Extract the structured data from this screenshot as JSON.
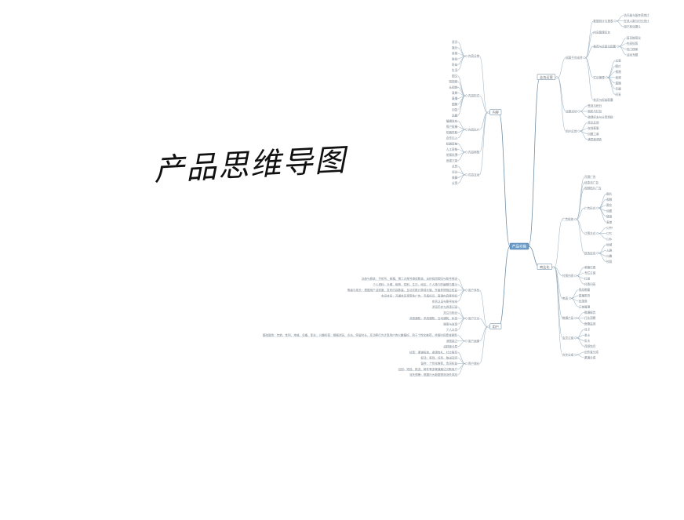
{
  "title_handwritten": "产品思维导图",
  "mindmap": {
    "root": "产品功能",
    "branches": [
      {
        "label": "业务运营",
        "children": [
          {
            "label": "运营平台支持",
            "children": [
              {
                "label": "数据统计与报表",
                "children": [
                  {
                    "label": "访问量与留存率统计",
                    "children": []
                  },
                  {
                    "label": "在线人数与时长统计",
                    "children": []
                  },
                  {
                    "label": "用户转化漏斗",
                    "children": []
                  }
                ]
              },
              {
                "label": "内容管理后台",
                "children": []
              },
              {
                "label": "推荐与运营位配置",
                "children": [
                  {
                    "label": "首页推荐位",
                    "children": []
                  },
                  {
                    "label": "内容标签",
                    "children": []
                  },
                  {
                    "label": "热门榜单",
                    "children": []
                  },
                  {
                    "label": "活动专题",
                    "children": []
                  }
                ]
              },
              {
                "label": "栏目管理",
                "children": [
                  {
                    "label": "文章",
                    "children": []
                  },
                  {
                    "label": "图片",
                    "children": []
                  },
                  {
                    "label": "视频",
                    "children": []
                  },
                  {
                    "label": "音频",
                    "children": []
                  },
                  {
                    "label": "直播",
                    "children": []
                  },
                  {
                    "label": "专题",
                    "children": []
                  },
                  {
                    "label": "问答",
                    "children": []
                  }
                ]
              },
              {
                "label": "会员与权益配置",
                "children": []
              }
            ]
          },
          {
            "label": "运营活动",
            "children": [
              {
                "label": "签到与积分",
                "children": []
              },
              {
                "label": "抽奖与红包",
                "children": []
              },
              {
                "label": "邀请好友与分享奖励",
                "children": []
              }
            ]
          },
          {
            "label": "用户反馈",
            "children": [
              {
                "label": "意见反馈",
                "children": []
              },
              {
                "label": "在线客服",
                "children": []
              },
              {
                "label": "问题工单",
                "children": []
              },
              {
                "label": "满意度调查",
                "children": []
              }
            ]
          }
        ]
      },
      {
        "label": "内容",
        "children": [
          {
            "label": "内容分类",
            "children": [
              {
                "label": "资讯",
                "children": []
              },
              {
                "label": "娱乐",
                "children": []
              },
              {
                "label": "体育",
                "children": []
              },
              {
                "label": "财经",
                "children": []
              },
              {
                "label": "科技",
                "children": []
              },
              {
                "label": "生活",
                "children": []
              }
            ]
          },
          {
            "label": "内容形式",
            "children": [
              {
                "label": "图文",
                "children": []
              },
              {
                "label": "短视频",
                "children": []
              },
              {
                "label": "长视频",
                "children": []
              },
              {
                "label": "音频",
                "children": []
              },
              {
                "label": "直播",
                "children": []
              },
              {
                "label": "图集",
                "children": []
              },
              {
                "label": "问答",
                "children": []
              },
              {
                "label": "话题",
                "children": []
              }
            ]
          },
          {
            "label": "内容生产",
            "children": [
              {
                "label": "编辑发布",
                "children": []
              },
              {
                "label": "用户投稿",
                "children": []
              },
              {
                "label": "机器抓取",
                "children": []
              },
              {
                "label": "合作引入",
                "children": []
              }
            ]
          },
          {
            "label": "内容审核",
            "children": [
              {
                "label": "机器审核",
                "children": []
              },
              {
                "label": "人工审核",
                "children": []
              },
              {
                "label": "举报处理",
                "children": []
              },
              {
                "label": "违规下架",
                "children": []
              }
            ]
          },
          {
            "label": "内容互动",
            "children": [
              {
                "label": "点赞",
                "children": []
              },
              {
                "label": "评论",
                "children": []
              },
              {
                "label": "收藏",
                "children": []
              },
              {
                "label": "分享",
                "children": []
              }
            ]
          }
        ]
      },
      {
        "label": "用户",
        "children": [
          {
            "label": "用户体系",
            "children": [
              {
                "label": "注册与登录：手机号、邮箱、第三方账号授权登录，支持找回密码与账号绑定",
                "children": []
              },
              {
                "label": "个人资料：头像、昵称、性别、生日、地区、个人简介的编辑与展示",
                "children": []
              },
              {
                "label": "等级与成长：根据用户活跃度、发布内容数量、互动次数计算成长值，升级获得相应权益",
                "children": []
              },
              {
                "label": "会员体系：开通会员享受免广告、专属标识、高清内容等特权",
                "children": []
              },
              {
                "label": "实名认证与账号安全",
                "children": []
              }
            ]
          },
          {
            "label": "用户行为",
            "children": [
              {
                "label": "浏览历史与阅读记录",
                "children": []
              },
              {
                "label": "关注与粉丝",
                "children": []
              },
              {
                "label": "消息通知：系统通知、互动通知、私信",
                "children": []
              },
              {
                "label": "搜索与发现",
                "children": []
              },
              {
                "label": "个人主页",
                "children": []
              }
            ]
          },
          {
            "label": "用户画像",
            "children": [
              {
                "label": "基础属性：年龄、性别、地域、设备、职业；兴趣标签：根据浏览、点击、停留时长、互动等行为计算用户的兴趣偏好，用于个性化推荐，并随时间衰减更新",
                "children": []
              },
              {
                "label": "消费能力",
                "children": []
              },
              {
                "label": "活跃度分层",
                "children": []
              }
            ]
          },
          {
            "label": "用户增长",
            "children": [
              {
                "label": "拉新：渠道投放、邀请有礼、社交裂变",
                "children": []
              },
              {
                "label": "促活：签到、任务、推送召回",
                "children": []
              },
              {
                "label": "留存：个性化推荐、会员权益",
                "children": []
              },
              {
                "label": "召回：短信、推送、邮件等多渠道触达沉默用户",
                "children": []
              },
              {
                "label": "流失预警：根据行为数据预测流失风险",
                "children": []
              }
            ]
          }
        ]
      },
      {
        "label": "商业化",
        "children": [
          {
            "label": "广告投放",
            "children": [
              {
                "label": "开屏广告",
                "children": []
              },
              {
                "label": "信息流广告",
                "children": []
              },
              {
                "label": "视频贴片广告",
                "children": []
              },
              {
                "label": "广告形式",
                "children": [
                  {
                    "label": "图片",
                    "children": []
                  },
                  {
                    "label": "视频",
                    "children": []
                  },
                  {
                    "label": "图文",
                    "children": []
                  },
                  {
                    "label": "动图",
                    "children": []
                  },
                  {
                    "label": "链接",
                    "children": []
                  },
                  {
                    "label": "表单",
                    "children": []
                  }
                ]
              },
              {
                "label": "计费方式",
                "children": [
                  {
                    "label": "CPM",
                    "children": []
                  },
                  {
                    "label": "CPC",
                    "children": []
                  },
                  {
                    "label": "CPA",
                    "children": []
                  }
                ]
              },
              {
                "label": "投放定向",
                "children": [
                  {
                    "label": "地域",
                    "children": []
                  },
                  {
                    "label": "人群",
                    "children": []
                  },
                  {
                    "label": "兴趣",
                    "children": []
                  },
                  {
                    "label": "时段",
                    "children": []
                  }
                ]
              }
            ]
          },
          {
            "label": "付费内容",
            "children": [
              {
                "label": "单篇付费",
                "children": []
              },
              {
                "label": "专栏订阅",
                "children": []
              },
              {
                "label": "打赏",
                "children": []
              },
              {
                "label": "付费问答",
                "children": []
              }
            ]
          },
          {
            "label": "电商",
            "children": [
              {
                "label": "商品橱窗",
                "children": []
              },
              {
                "label": "直播带货",
                "children": []
              },
              {
                "label": "优惠券",
                "children": []
              },
              {
                "label": "订单管理",
                "children": []
              }
            ]
          },
          {
            "label": "数据产品",
            "children": [
              {
                "label": "数据报告",
                "children": []
              },
              {
                "label": "行业洞察",
                "children": []
              },
              {
                "label": "舆情监测",
                "children": []
              }
            ]
          },
          {
            "label": "会员订阅",
            "children": [
              {
                "label": "月卡",
                "children": []
              },
              {
                "label": "季卡",
                "children": []
              },
              {
                "label": "年卡",
                "children": []
              },
              {
                "label": "连续包月",
                "children": []
              }
            ]
          },
          {
            "label": "合作分成",
            "children": [
              {
                "label": "创作者分成",
                "children": []
              },
              {
                "label": "渠道分成",
                "children": []
              }
            ]
          }
        ]
      }
    ]
  }
}
